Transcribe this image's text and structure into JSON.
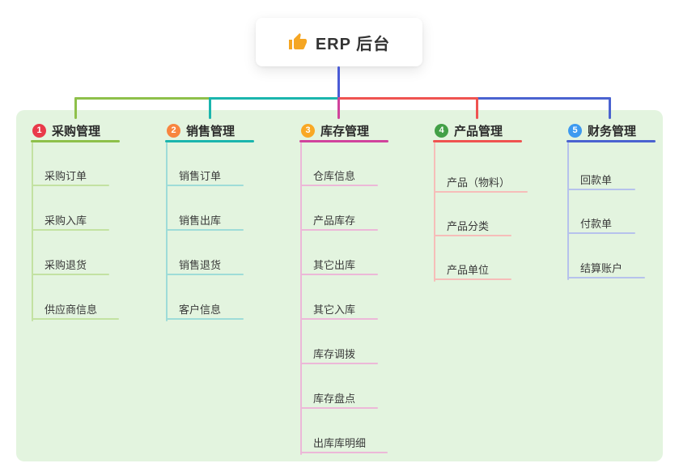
{
  "root": {
    "label": "ERP 后台",
    "trunk_color": "#4a5bd6"
  },
  "colors": {
    "panel_bg": "#e3f4df",
    "thumb": "#f5a623"
  },
  "branches": [
    {
      "number": "1",
      "label": "采购管理",
      "color": "#8ec04a",
      "light_color": "#c3e2a2",
      "badge_color": "#e93a4a",
      "children": [
        "采购订单",
        "采购入库",
        "采购退货",
        "供应商信息"
      ]
    },
    {
      "number": "2",
      "label": "销售管理",
      "color": "#1ab5ad",
      "light_color": "#9edcd8",
      "badge_color": "#f8853f",
      "children": [
        "销售订单",
        "销售出库",
        "销售退货",
        "客户信息"
      ]
    },
    {
      "number": "3",
      "label": "库存管理",
      "color": "#d0439c",
      "light_color": "#ecb8d8",
      "badge_color": "#f9a825",
      "children": [
        "仓库信息",
        "产品库存",
        "其它出库",
        "其它入库",
        "库存调拨",
        "库存盘点",
        "出库库明细"
      ]
    },
    {
      "number": "4",
      "label": "产品管理",
      "color": "#ef5350",
      "light_color": "#f6bdb9",
      "badge_color": "#43a047",
      "children": [
        "产品（物料）",
        "产品分类",
        "产品单位"
      ]
    },
    {
      "number": "5",
      "label": "财务管理",
      "color": "#4a63d0",
      "light_color": "#b6c2ec",
      "badge_color": "#3d9af0",
      "children": [
        "回款单",
        "付款单",
        "结算账户"
      ]
    }
  ]
}
